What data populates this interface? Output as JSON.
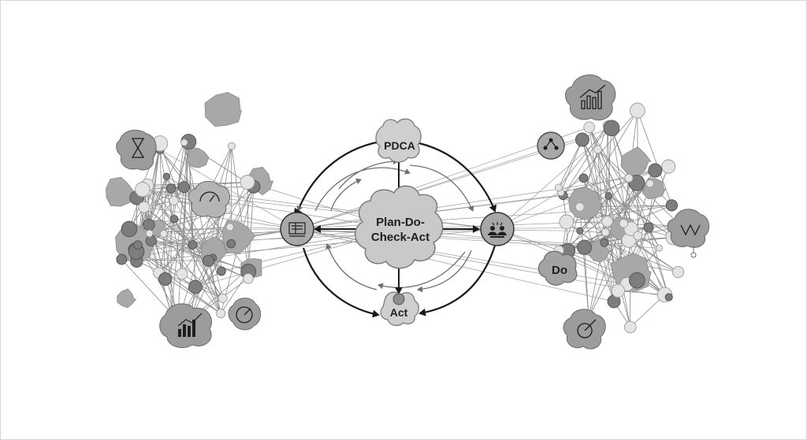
{
  "labels": {
    "top": "PDCA",
    "center_line1": "Plan-Do-",
    "center_line2": "Check-Act",
    "bottom": "Act",
    "right_cluster": "Do"
  },
  "icons": {
    "top": "pdca-blob-icon",
    "left": "checklist-board-icon",
    "right": "team-meeting-icon",
    "bottom": "target-icon",
    "cluster_left_top": "hourglass-icon",
    "cluster_left_mid": "dashboard-icon",
    "cluster_left_bottom": "bar-chart-icon",
    "cluster_left_gauge": "gauge-icon",
    "cluster_right_top": "growth-chart-icon",
    "cluster_right_share": "share-nodes-icon",
    "cluster_right_flow": "flow-chart-icon",
    "cluster_right_bottom": "target-arrow-icon"
  },
  "colors": {
    "blob_fill": "#9c9c9c",
    "blob_light": "#c8c8c8",
    "node_fill": "#7d7d7d",
    "line": "#8a8a8a",
    "arrow": "#1a1a1a"
  }
}
